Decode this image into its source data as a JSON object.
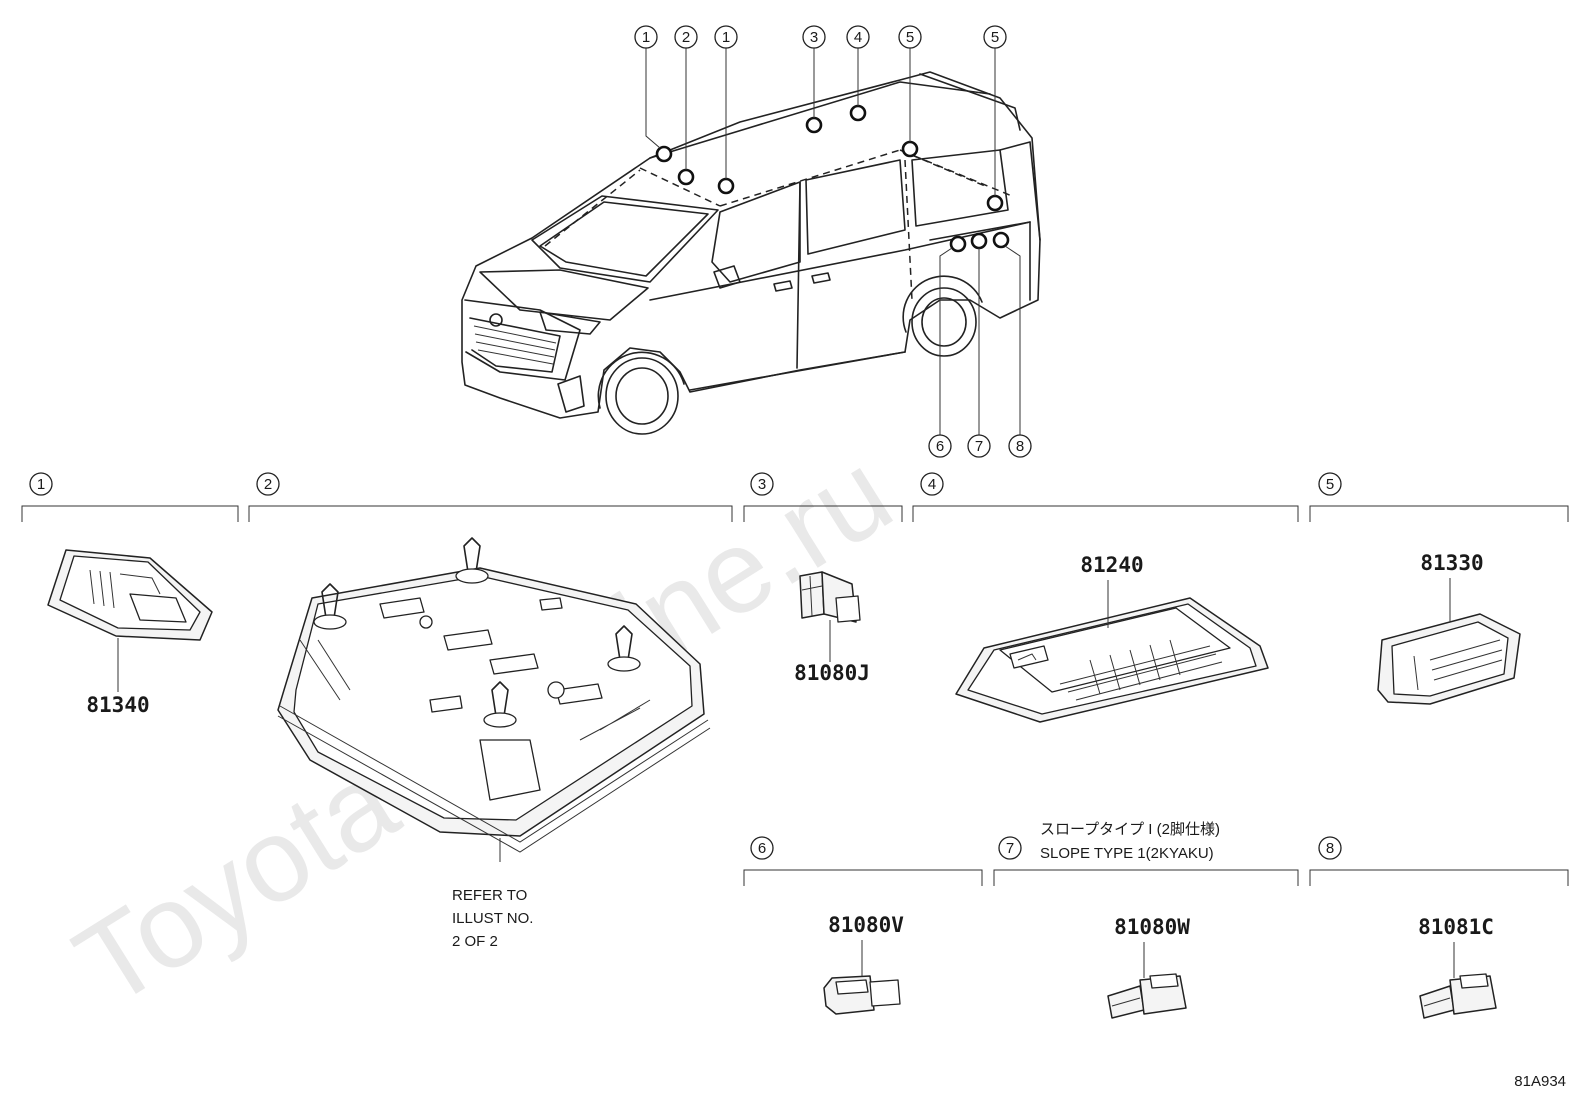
{
  "callouts": {
    "c1": "1",
    "c2": "2",
    "c3": "3",
    "c4": "4",
    "c5": "5",
    "c6": "6",
    "c7": "7",
    "c8": "8"
  },
  "parts": {
    "p1": "81340",
    "p3": "81080J",
    "p4": "81240",
    "p5": "81330",
    "p6": "81080V",
    "p7": "81080W",
    "p8": "81081C"
  },
  "notes": {
    "refer_line1": "REFER TO",
    "refer_line2": "ILLUST NO.",
    "refer_line3": "2 OF 2",
    "slope_jp": "スロープタイプ I (2脚仕様)",
    "slope_en": "SLOPE TYPE 1(2KYAKU)"
  },
  "illustration_code": "81A934",
  "watermark": "ToyotaCarMine.ru"
}
